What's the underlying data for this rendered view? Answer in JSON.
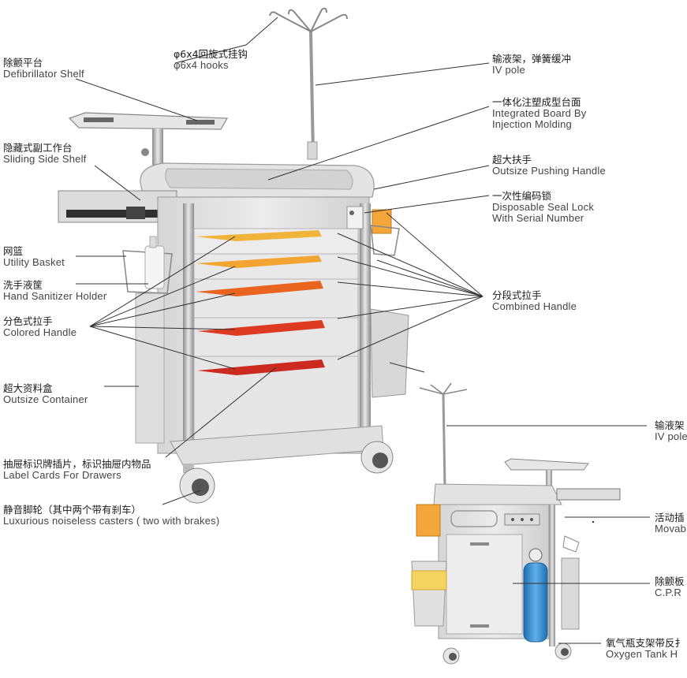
{
  "labels": {
    "defib_shelf": {
      "zh": "除颤平台",
      "en": "Defibrillator Shelf"
    },
    "hooks": {
      "zh": "φ6x4回旋式挂钩",
      "en": "φ6x4 hooks"
    },
    "iv_pole": {
      "zh": "输液架，弹簧缓冲",
      "en": "IV pole"
    },
    "integrated_board": {
      "zh": "一体化注塑成型台面",
      "en1": "Integrated Board By",
      "en2": "Injection Molding"
    },
    "sliding_shelf": {
      "zh": "隐藏式副工作台",
      "en": "Sliding Side Shelf"
    },
    "push_handle": {
      "zh": "超大扶手",
      "en": "Outsize Pushing Handle"
    },
    "seal_lock": {
      "zh": "一次性编码锁",
      "en1": "Disposable Seal Lock",
      "en2": "With Serial Number"
    },
    "utility_basket": {
      "zh": "网篮",
      "en": "Utility Basket"
    },
    "sanitizer": {
      "zh": "洗手液筐",
      "en": "Hand Sanitizer Holder"
    },
    "combined_handle": {
      "zh": "分段式拉手",
      "en": "Combined Handle"
    },
    "colored_handle": {
      "zh": "分色式拉手",
      "en": "Colored Handle"
    },
    "container": {
      "zh": "超大资料盒",
      "en": "Outsize Container"
    },
    "label_cards": {
      "zh": "抽屉标识牌插片，标识抽屉内物品",
      "en": "Label Cards For Drawers"
    },
    "casters": {
      "zh": "静音脚轮（其中两个带有刹车）",
      "en": "Luxurious noiseless casters ( two with brakes)"
    },
    "iv_pole_2": {
      "zh": "输液架",
      "en": "IV pole"
    },
    "movable": {
      "zh": "活动插",
      "en": "Movab"
    },
    "cpr": {
      "zh": "除颤板",
      "en": "C.P.R"
    },
    "oxygen": {
      "zh": "氧气瓶支架带反扌",
      "en": "Oxygen Tank H"
    }
  },
  "colors": {
    "drawer_1": "#f0b43a",
    "drawer_2": "#f2a531",
    "drawer_3": "#e8641f",
    "drawer_4": "#dc3b22",
    "drawer_5": "#cc2a1e",
    "body": "#e3e3e3",
    "metal": "#a8a8a8",
    "oxygen_tank": "#3a8fd1",
    "line": "#333333"
  }
}
